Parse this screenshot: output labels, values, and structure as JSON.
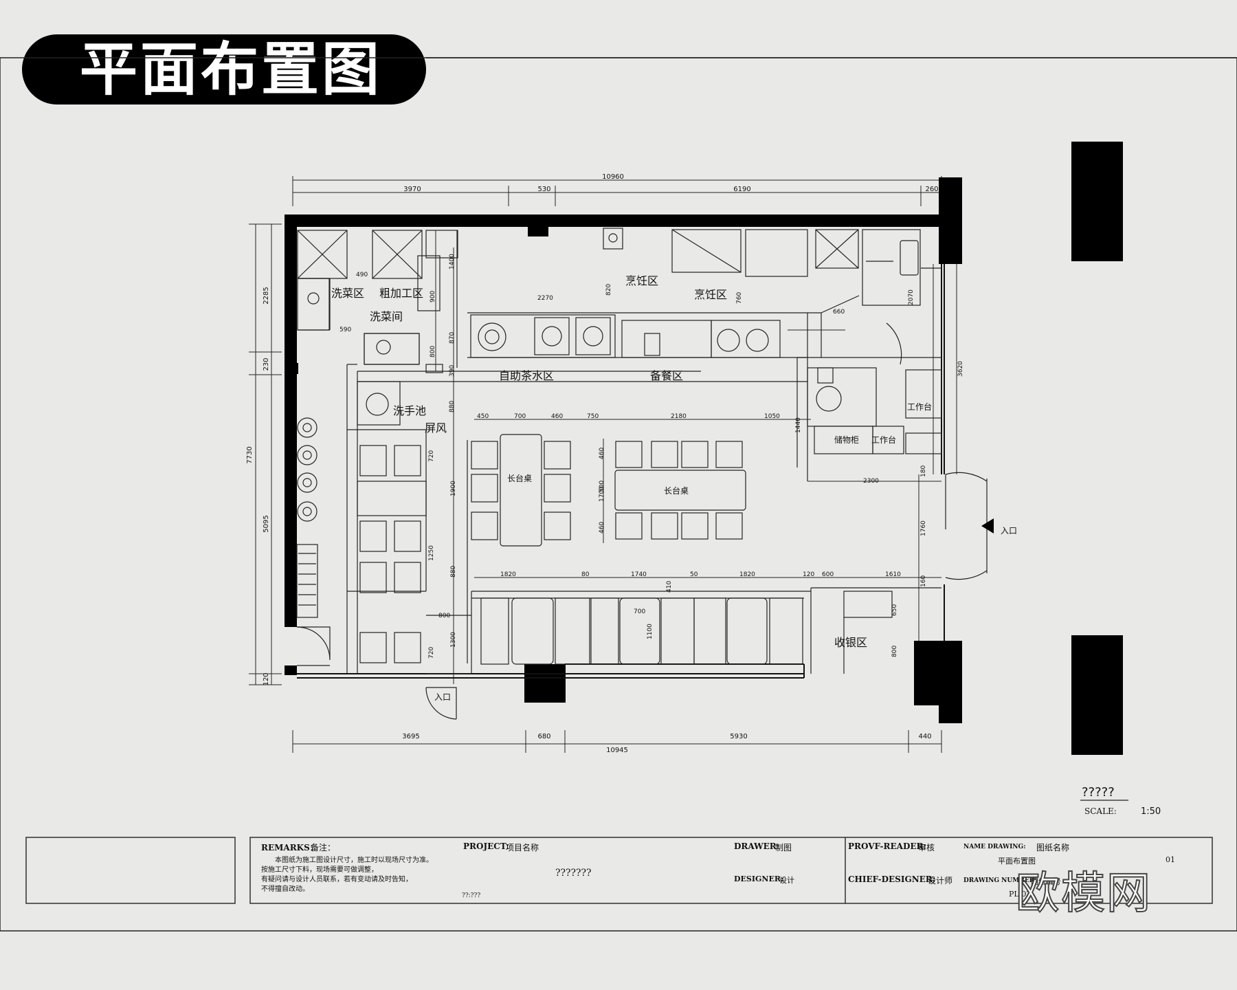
{
  "title": "平面布置图",
  "dimensions": {
    "top_total": "10960",
    "top_1": "3970",
    "top_2": "530",
    "top_3": "6190",
    "top_4": "260",
    "bottom_total": "10945",
    "bottom_1": "3695",
    "bottom_2": "680",
    "bottom_3": "5930",
    "bottom_4": "440",
    "left_total": "7730",
    "left_1": "2285",
    "left_2": "230",
    "left_3": "5095",
    "left_4": "120",
    "inner": [
      "490",
      "590",
      "1400",
      "900",
      "800",
      "870",
      "390",
      "2270",
      "820",
      "760",
      "660",
      "2070",
      "3620",
      "880",
      "450",
      "700",
      "460",
      "750",
      "2180",
      "1050",
      "1440",
      "720",
      "1900",
      "1250",
      "880",
      "800",
      "1300",
      "720",
      "1700",
      "500",
      "460",
      "460",
      "2300",
      "180",
      "1760",
      "160",
      "1820",
      "80",
      "1740",
      "50",
      "1820",
      "120",
      "600",
      "1610",
      "410",
      "700",
      "1100",
      "650",
      "800"
    ]
  },
  "rooms": {
    "wash_1": "洗菜区",
    "rough": "粗加工区",
    "wash_2": "洗菜间",
    "cook_1": "烹饪区",
    "cook_2": "烹饪区",
    "tea": "自助茶水区",
    "prep": "备餐区",
    "handwash": "洗手池",
    "screen": "屏风",
    "table_1": "长台桌",
    "table_2": "长台桌",
    "cashier": "收银区",
    "entrance_1": "入口",
    "entrance_2": "入口",
    "shelf": "工作台",
    "work": "工作台",
    "cab": "储物柜"
  },
  "scale": {
    "name": "?????",
    "label": "SCALE:",
    "value": "1:50"
  },
  "title_block": {
    "remarks_label": "REMARKS：",
    "remarks_val": "备注：",
    "remarks_lines": [
      "本图纸为施工图设计尺寸，施工时以现场尺寸为准。",
      "按施工尺寸下料，现场需要可做调整，",
      "有疑问请与设计人员联系，若有变动请及时告知，",
      "不得擅自改动。"
    ],
    "project_label": "PROJECT:",
    "project_val": "项目名称",
    "project_name": "???????",
    "date": "??:???",
    "drawer_label": "DRAWER:",
    "drawer_val": "制图",
    "designer_label": "DESIGNER:",
    "designer_val": "设计",
    "proof_label": "PROVF-READER:",
    "proof_val": "审核",
    "chief_label": "CHIEF-DESIGNER:",
    "chief_val": "设计师",
    "name_label": "NAME DRAWING:",
    "name_val": "图纸名称",
    "name_val2": "平面布置图",
    "number_label": "DRAWING NUMBER:",
    "number_val": "图纸编号",
    "number_code": "PL-02",
    "page_code": "01"
  },
  "watermark": "欧模网",
  "colors": {
    "wall": "#000000",
    "line": "#222222",
    "paper": "#e9e9e7"
  }
}
